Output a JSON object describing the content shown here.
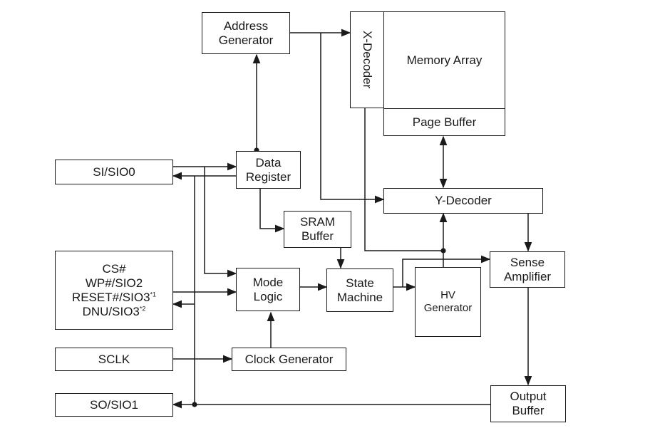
{
  "blocks": {
    "address_generator": [
      "Address",
      "Generator"
    ],
    "x_decoder": "X-Decoder",
    "memory_array": "Memory Array",
    "page_buffer": "Page Buffer",
    "si_sio0": "SI/SIO0",
    "data_register": [
      "Data",
      "Register"
    ],
    "y_decoder": "Y-Decoder",
    "sram_buffer": [
      "SRAM",
      "Buffer"
    ],
    "control_pins": {
      "cs": "CS#",
      "wp": "WP#/SIO2",
      "reset": "RESET#/SIO3",
      "reset_note": "*1",
      "dnu": "DNU/SIO3",
      "dnu_note": "*2"
    },
    "mode_logic": [
      "Mode",
      "Logic"
    ],
    "state_machine": [
      "State",
      "Machine"
    ],
    "hv_generator": [
      "HV",
      "Generator"
    ],
    "sense_amplifier": [
      "Sense",
      "Amplifier"
    ],
    "sclk": "SCLK",
    "clock_generator": "Clock Generator",
    "so_sio1": "SO/SIO1",
    "output_buffer": [
      "Output",
      "Buffer"
    ]
  },
  "colors": {
    "line": "#1a1a1a",
    "background": "#ffffff"
  }
}
